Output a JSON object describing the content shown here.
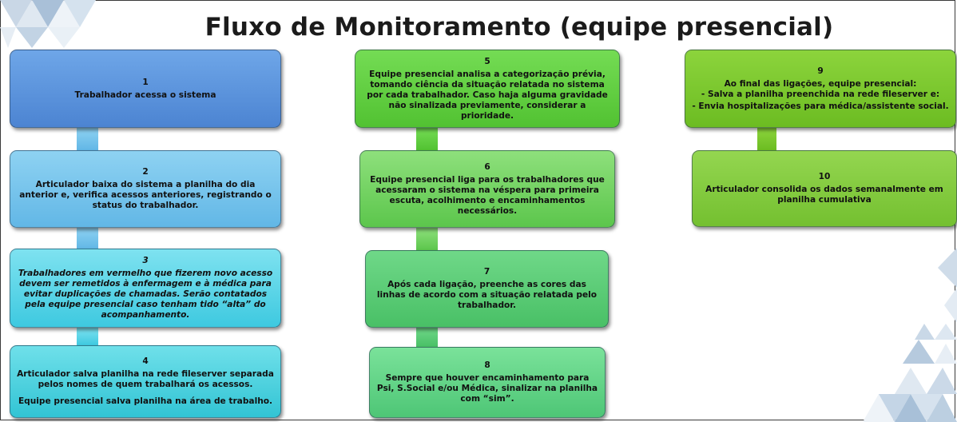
{
  "title": "Fluxo de Monitoramento (equipe presencial)",
  "colors": {
    "blue": "#5a92dc",
    "sky": "#74c3ec",
    "cyan": "#4fd2e6",
    "green": "#5cc83c",
    "lime": "#7cc42c"
  },
  "steps": [
    {
      "num": "1",
      "lines": [
        "Trabalhador acessa o sistema"
      ]
    },
    {
      "num": "2",
      "lines": [
        "Articulador baixa do sistema a planilha do dia anterior e, verifica acessos anteriores, registrando o status do trabalhador."
      ]
    },
    {
      "num": "3",
      "lines": [
        "Trabalhadores em vermelho que fizerem novo acesso devem ser remetidos à enfermagem e à médica para evitar duplicações de chamadas. Serão contatados pela equipe presencial caso tenham tido “alta” do acompanhamento."
      ]
    },
    {
      "num": "4",
      "lines": [
        "Articulador salva planilha na rede fileserver separada pelos nomes de quem trabalhará os acessos.",
        "Equipe presencial salva planilha na área de trabalho."
      ]
    },
    {
      "num": "5",
      "lines": [
        "Equipe presencial analisa a categorização prévia, tomando ciência da situação relatada no sistema por cada trabalhador. Caso haja alguma gravidade não sinalizada previamente, considerar a prioridade."
      ]
    },
    {
      "num": "6",
      "lines": [
        "Equipe presencial liga para os trabalhadores que acessaram o sistema na véspera para primeira escuta, acolhimento e encaminhamentos necessários."
      ]
    },
    {
      "num": "7",
      "lines": [
        "Após cada ligação, preenche as cores das linhas de acordo com a situação relatada pelo trabalhador."
      ]
    },
    {
      "num": "8",
      "lines": [
        "Sempre que houver encaminhamento para Psi, S.Social e/ou Médica, sinalizar na planilha com “sim”."
      ]
    },
    {
      "num": "9",
      "lines": [
        "Ao final das ligações, equipe presencial:",
        "- Salva a planilha preenchida na rede fileserver e:",
        "- Envia hospitalizações para médica/assistente social."
      ]
    },
    {
      "num": "10",
      "lines": [
        "Articulador consolida os dados semanalmente em planilha cumulativa"
      ]
    }
  ]
}
